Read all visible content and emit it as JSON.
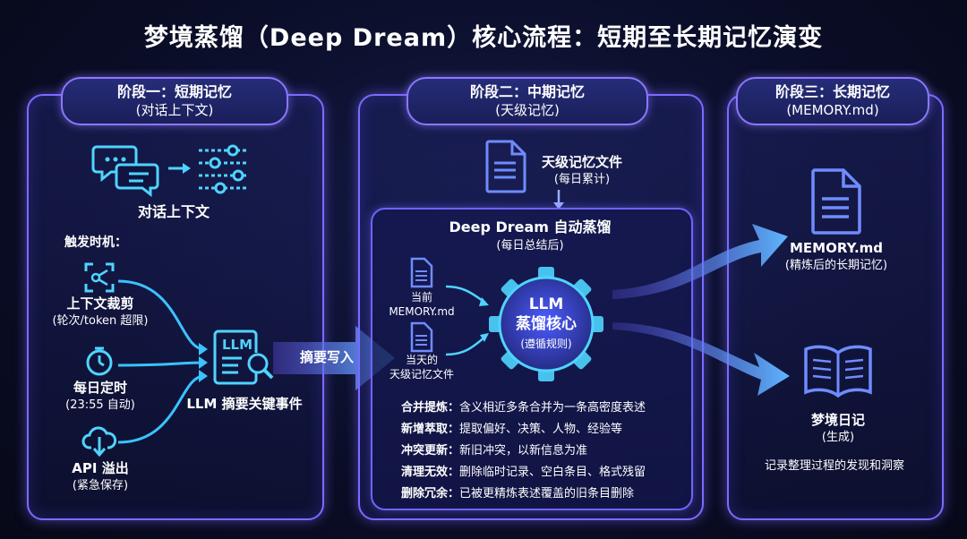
{
  "title": "梦境蒸馏（Deep Dream）核心流程：短期至长期记忆演变",
  "stage1": {
    "title": "阶段一：短期记忆",
    "subtitle": "(对话上下文)",
    "dialog_label": "对话上下文",
    "trigger_heading": "触发时机：",
    "triggers": [
      {
        "name": "上下文裁剪",
        "desc": "(轮次/token 超限)"
      },
      {
        "name": "每日定时",
        "desc": "(23:55 自动)"
      },
      {
        "name": "API 溢出",
        "desc": "(紧急保存)"
      }
    ],
    "llm_label": "LLM 摘要关键事件",
    "llm_icon_text": "LLM"
  },
  "arrow1_label": "摘要写入",
  "stage2": {
    "title": "阶段二：中期记忆",
    "subtitle": "(天级记忆)",
    "file_label": "天级记忆文件",
    "file_sub": "(每日累计)",
    "dream_title": "Deep Dream 自动蒸馏",
    "dream_sub": "(每日总结后)",
    "input1_line1": "当前",
    "input1_line2": "MEMORY.md",
    "input2_line1": "当天的",
    "input2_line2": "天级记忆文件",
    "core_line1": "LLM",
    "core_line2": "蒸馏核心",
    "core_line3": "(遵循规则)",
    "rules": [
      {
        "key": "合并提炼：",
        "text": "含义相近多条合并为一条高密度表述"
      },
      {
        "key": "新增萃取：",
        "text": "提取偏好、决策、人物、经验等"
      },
      {
        "key": "冲突更新：",
        "text": "新旧冲突，以新信息为准"
      },
      {
        "key": "清理无效：",
        "text": "删除临时记录、空白条目、格式残留"
      },
      {
        "key": "删除冗余：",
        "text": "已被更精炼表述覆盖的旧条目删除"
      }
    ]
  },
  "stage3": {
    "title": "阶段三：长期记忆",
    "subtitle": "(MEMORY.md)",
    "memory_label": "MEMORY.md",
    "memory_sub": "(精炼后的长期记忆)",
    "diary_label": "梦境日记",
    "diary_sub": "(生成)",
    "diary_desc": "记录整理过程的发现和洞察"
  },
  "colors": {
    "accent": "#7d6bff",
    "cyan": "#4fd4ff",
    "bg": "#0a0d26"
  }
}
